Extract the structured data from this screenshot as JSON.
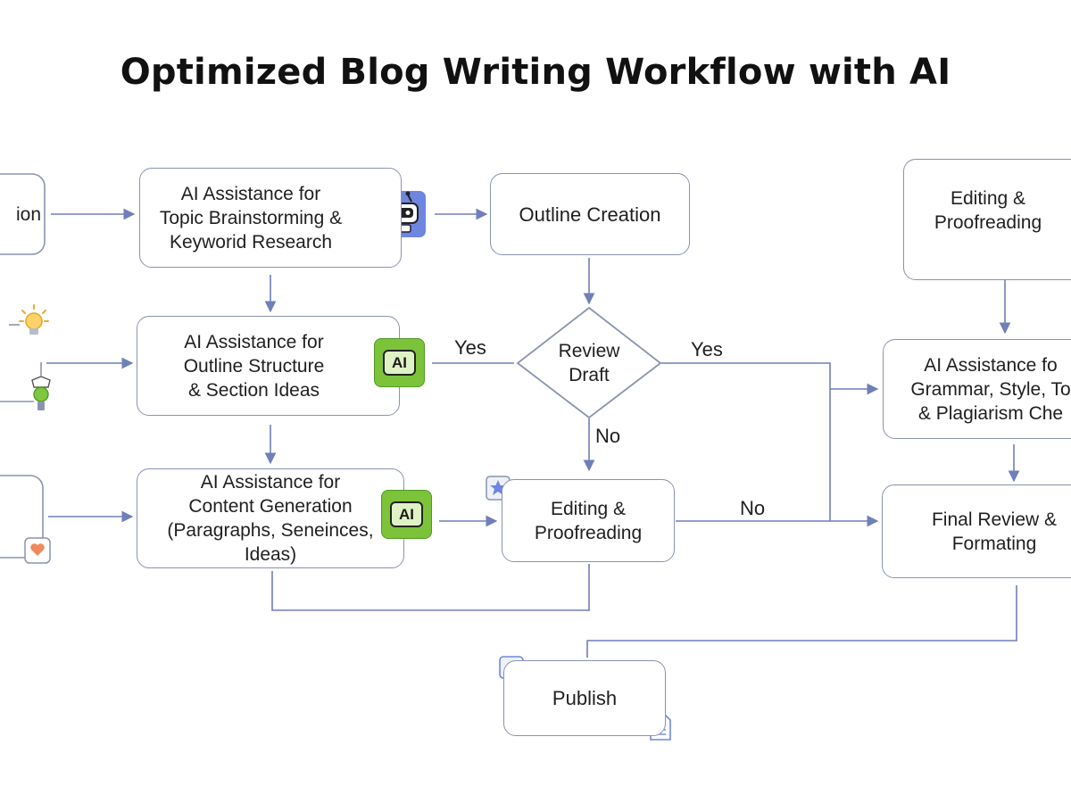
{
  "title": "Optimized Blog Writing Workflow with AI",
  "nodes": {
    "left_top": "ion",
    "topic_research": [
      "AI Assistance for",
      "Topic Brainstorming &",
      "Keyworid Research"
    ],
    "outline_creation": "Outline Creation",
    "outline_structure": [
      "AI Assistance for",
      "Outline Structure",
      "& Section Ideas"
    ],
    "review_draft": [
      "Review",
      "Draft"
    ],
    "content_generation": [
      "AI Assistance for",
      "Content Generation",
      "(Paragraphs, Seneinces, Ideas)"
    ],
    "editing_middle": [
      "Editing &",
      "Proofreading"
    ],
    "editing_right": [
      "Editing &",
      "Proofreading"
    ],
    "grammar_check": [
      "AI Assistance fo",
      "Grammar, Style, To",
      "& Plagiarism Che"
    ],
    "final_review": [
      "Final Review &",
      "Formating"
    ],
    "publish": "Publish"
  },
  "edge_labels": {
    "yes_left": "Yes",
    "yes_right": "Yes",
    "no_down": "No",
    "no_right": "No"
  },
  "badges": {
    "ai": "AI"
  },
  "icons": [
    "robot-icon",
    "ai-chip-icon",
    "lightbulb-icon",
    "lightbulb-plug-icon",
    "heart-chat-icon",
    "star-badge-icon",
    "chart-icon",
    "document-icon",
    "ai-circle-icon",
    "dots-indicator-icon"
  ],
  "colors": {
    "stroke": "#8a93b0",
    "arrow": "#6f7fb8",
    "robot_bg": "#6f86e0",
    "ai_green": "#7cc33a",
    "ai_green_dark": "#4f9a25"
  }
}
